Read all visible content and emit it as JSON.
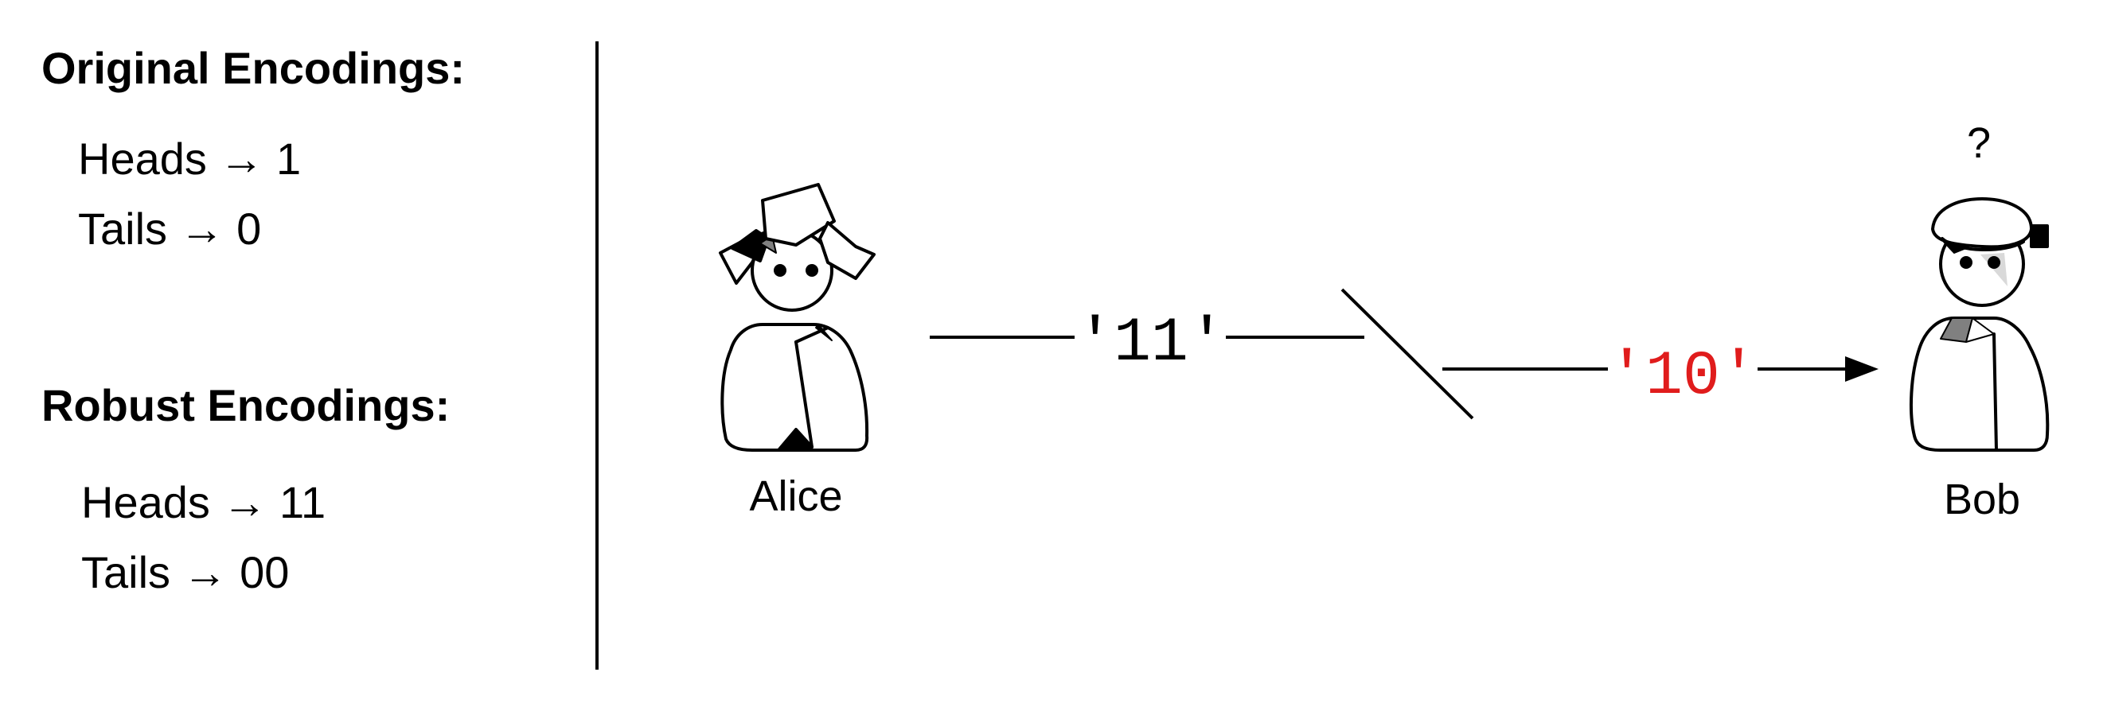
{
  "original": {
    "heading": "Original Encodings:",
    "rows": [
      "Heads → 1",
      "Tails → 0"
    ]
  },
  "robust": {
    "heading": "Robust Encodings:",
    "rows": [
      "Heads → 11",
      "Tails → 00"
    ]
  },
  "diagram": {
    "sender": "Alice",
    "receiver": "Bob",
    "sent_message": "'11'",
    "received_message": "'10'",
    "receiver_thought": "?"
  },
  "colors": {
    "received_message": "#e01c1c",
    "gray_accent": "#808080",
    "ink": "#000000"
  },
  "icons": [
    "alice-figure",
    "bob-figure",
    "channel-break",
    "arrow-head-icon"
  ]
}
